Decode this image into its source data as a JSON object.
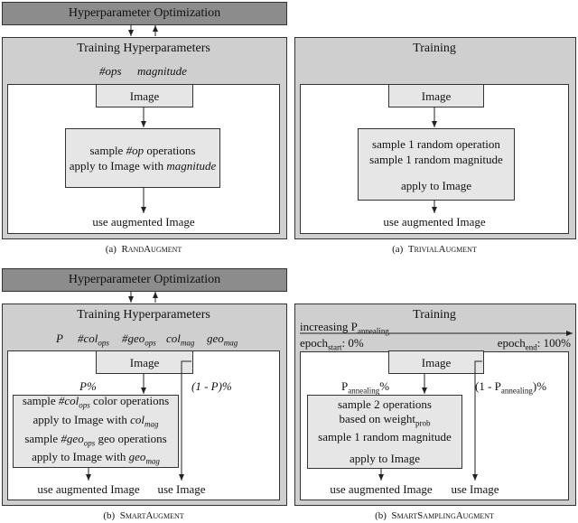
{
  "randaugment": {
    "hpo_label": "Hyperparameter Optimization",
    "title": "Training Hyperparameters",
    "param_ops": "#ops",
    "param_magnitude": "magnitude",
    "image": "Image",
    "proc_line1_pre": "sample ",
    "proc_line1_op": "#op",
    "proc_line1_post": " operations",
    "proc_line2_pre": "apply to Image with ",
    "proc_line2_mag": "magnitude",
    "output": "use augmented Image",
    "caption_label": "(a)",
    "caption_name": "RandAugment"
  },
  "trivialaugment": {
    "title": "Training",
    "image": "Image",
    "proc_line1": "sample 1 random operation",
    "proc_line2": "sample 1 random magnitude",
    "proc_line3": "apply to Image",
    "output": "use augmented Image",
    "caption_label": "(a)",
    "caption_name": "TrivialAugment"
  },
  "smartaugment": {
    "hpo_label": "Hyperparameter Optimization",
    "title": "Training Hyperparameters",
    "param_p": "P",
    "param_col_ops_base": "#col",
    "param_col_ops_sub": "ops",
    "param_geo_ops_base": "#geo",
    "param_geo_ops_sub": "ops",
    "param_col_mag_base": "col",
    "param_col_mag_sub": "mag",
    "param_geo_mag_base": "geo",
    "param_geo_mag_sub": "mag",
    "image": "Image",
    "branch_left": "P%",
    "branch_right": "(1 - P)%",
    "proc1_pre": "sample ",
    "proc1_var": "#col",
    "proc1_sub": "ops",
    "proc1_post": " color operations",
    "proc2_pre": "apply to Image with ",
    "proc2_var": "col",
    "proc2_sub": "mag",
    "proc3_pre": "sample ",
    "proc3_var": "#geo",
    "proc3_sub": "ops",
    "proc3_post": " geo operations",
    "proc4_pre": "apply to Image with ",
    "proc4_var": "geo",
    "proc4_sub": "mag",
    "output_left": "use augmented Image",
    "output_right": "use Image",
    "caption_label": "(b)",
    "caption_name": "SmartAugment"
  },
  "smartsamplingaugment": {
    "title": "Training",
    "increasing_pre": "increasing P",
    "increasing_sub": "annealing",
    "epoch_start_pre": "epoch",
    "epoch_start_sub": "start",
    "epoch_start_post": ": 0%",
    "epoch_end_pre": "epoch",
    "epoch_end_sub": "end",
    "epoch_end_post": ": 100%",
    "image": "Image",
    "branch_left_pre": "P",
    "branch_left_sub": "annealing",
    "branch_left_post": "%",
    "branch_right_pre": "(1 - P",
    "branch_right_sub": "annealing",
    "branch_right_post": ")%",
    "proc_line1": "sample 2 operations",
    "proc_line2_pre": "based on weight",
    "proc_line2_sub": "prob",
    "proc_line3": "sample 1 random magnitude",
    "proc_line4": "apply to Image",
    "output_left": "use augmented Image",
    "output_right": "use Image",
    "caption_label": "(b)",
    "caption_name": "SmartSamplingAugment"
  },
  "colors": {
    "hpo_fill": "#8c8c8c",
    "panel_fill": "#cfcfcf",
    "box_fill": "#e6e6e6",
    "border": "#333333"
  }
}
